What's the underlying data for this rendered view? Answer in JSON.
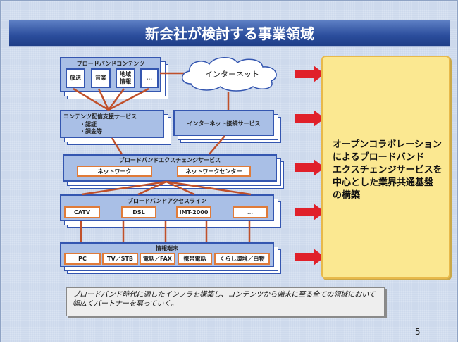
{
  "title": "新会社が検討する事業領域",
  "contents": {
    "label": "ブロードバンドコンテンツ",
    "items": [
      "放送",
      "音楽",
      "地域\n情報",
      "…"
    ]
  },
  "internet": "インターネット",
  "delivery": {
    "label": "コンテンツ配信支援サービス",
    "bullets": [
      "・認証",
      "・課金等"
    ]
  },
  "connection": "インターネット接続サービス",
  "exchange": {
    "label": "ブロードバンドエクスチェンジサービス",
    "items": [
      "ネットワーク",
      "ネットワークセンター"
    ]
  },
  "access": {
    "label": "ブロードバンドアクセスライン",
    "items": [
      "CATV",
      "DSL",
      "IMT-2000",
      "…"
    ]
  },
  "terminal": {
    "label": "情報端末",
    "items": [
      "PC",
      "TV／STB",
      "電話／FAX",
      "携帯電話",
      "くらし環境／白物"
    ]
  },
  "vision": "オープンコラボレーション\nによるブロードバンド\nエクスチェンジサービスを\n中心とした業界共通基盤\nの構築",
  "note": "ブロードバンド時代に適したインフラを構築し、コンテンツから端末に至る全ての領域において幅広くパートナーを募っていく。",
  "page_number": "5",
  "colors": {
    "title": "#2b4d9c",
    "box": "#a9bfe6",
    "border": "#3456b0",
    "line": "#c0502a",
    "arrow": "#e0202a",
    "vision": "#fbe891"
  }
}
